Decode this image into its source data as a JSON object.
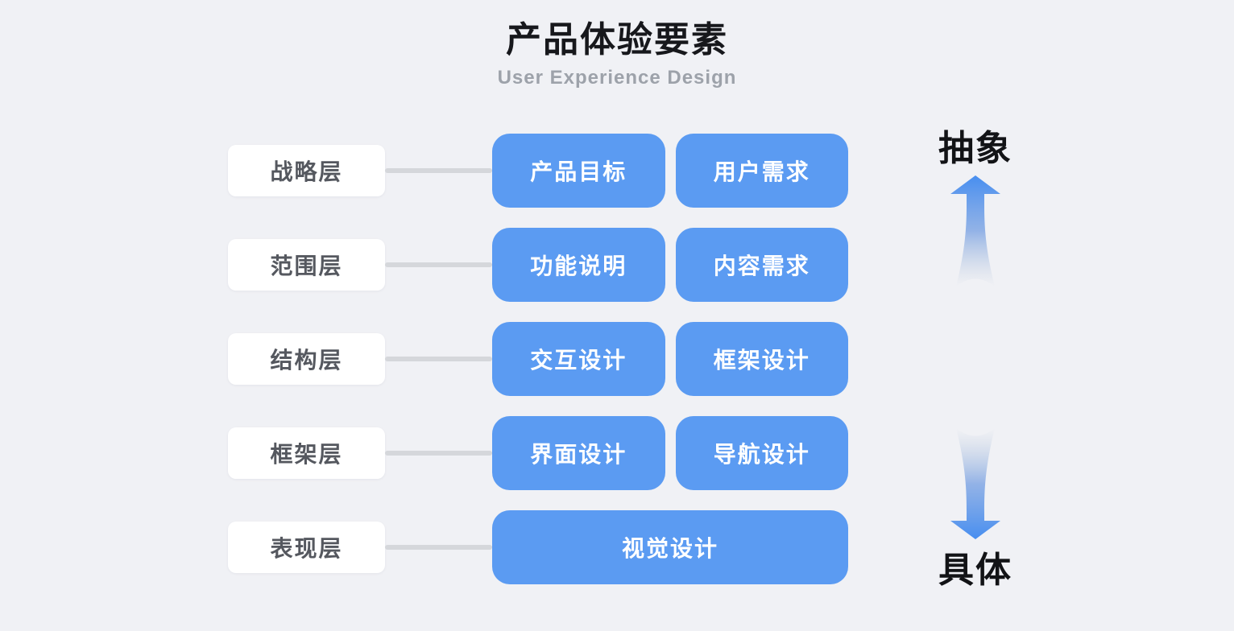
{
  "header": {
    "title": "产品体验要素",
    "subtitle": "User Experience Design"
  },
  "rows": [
    {
      "label": "战略层",
      "items": [
        "产品目标",
        "用户需求"
      ]
    },
    {
      "label": "范围层",
      "items": [
        "功能说明",
        "内容需求"
      ]
    },
    {
      "label": "结构层",
      "items": [
        "交互设计",
        "框架设计"
      ]
    },
    {
      "label": "框架层",
      "items": [
        "界面设计",
        "导航设计"
      ]
    },
    {
      "label": "表现层",
      "items": [
        "视觉设计"
      ]
    }
  ],
  "axis": {
    "top_label": "抽象",
    "bottom_label": "具体"
  },
  "colors": {
    "background": "#F0F1F5",
    "title_color": "#17181C",
    "subtitle_color": "#9DA2AA",
    "label_bg": "#FFFFFF",
    "label_text": "#55585F",
    "connector": "#D5D7DB",
    "box_blue": "#5B9BF2",
    "box_text": "#FFFFFF",
    "axis_text": "#121316",
    "arrow_start": "#478EF0",
    "arrow_mid": "#7BA3E3",
    "arrow_end": "#B9C6D8"
  }
}
